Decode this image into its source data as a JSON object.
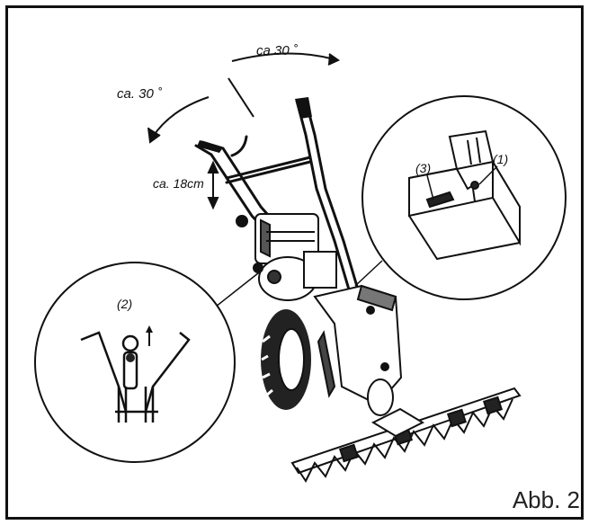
{
  "figure": {
    "caption": "Abb. 2",
    "angle_right": "ca 30 ˚",
    "angle_left": "ca. 30 ˚",
    "height_label": "ca. 18cm",
    "callout_1": "(1)",
    "callout_2": "(2)",
    "callout_3": "(3)"
  }
}
